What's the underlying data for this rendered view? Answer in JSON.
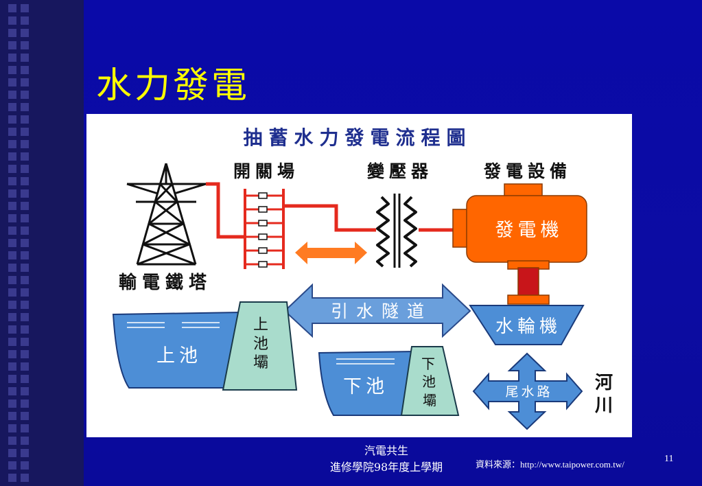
{
  "slide": {
    "title": "水力發電",
    "page_number": "11"
  },
  "diagram": {
    "title": "抽蓄水力發電流程圖",
    "labels": {
      "switchyard": "開關場",
      "transformer": "變壓器",
      "generation_equipment": "發電設備",
      "transmission_tower": "輸電鐵塔",
      "river": [
        "河",
        "川"
      ]
    },
    "generator": "發電機",
    "turbine": "水輪機",
    "tunnel": "引水隧道",
    "tailrace": "尾水路",
    "upper_pool": "上池",
    "upper_dam": [
      "上",
      "池",
      "壩"
    ],
    "lower_pool": "下池",
    "lower_dam": [
      "下",
      "池",
      "壩"
    ]
  },
  "footer": {
    "line1": "汽電共生",
    "line2": "進修學院98年度上學期",
    "source": "資料來源：http://www.taipower.com.tw/"
  },
  "icons": {
    "tower": "transmission-tower-icon",
    "switchyard": "switchyard-icon",
    "transformer": "transformer-icon",
    "generator": "generator-icon",
    "turbine": "turbine-icon",
    "flow_arrow": "double-arrow-icon",
    "tailrace_arrow": "four-way-arrow-icon"
  },
  "colors": {
    "background": "#0b0ba6",
    "left_strip": "#17175e",
    "title": "#ffff00",
    "diagram_title": "#1f2f8f",
    "power_line": "#e52a1e",
    "generator": "#ff6600",
    "shaft": "#c8151a",
    "water": "#4d8ed6",
    "tunnel": "#6a9fdc",
    "dam": "#a9dccc",
    "double_arrow": "#ff7b22",
    "text_light": "#ffffff",
    "text_dark": "#111111"
  }
}
